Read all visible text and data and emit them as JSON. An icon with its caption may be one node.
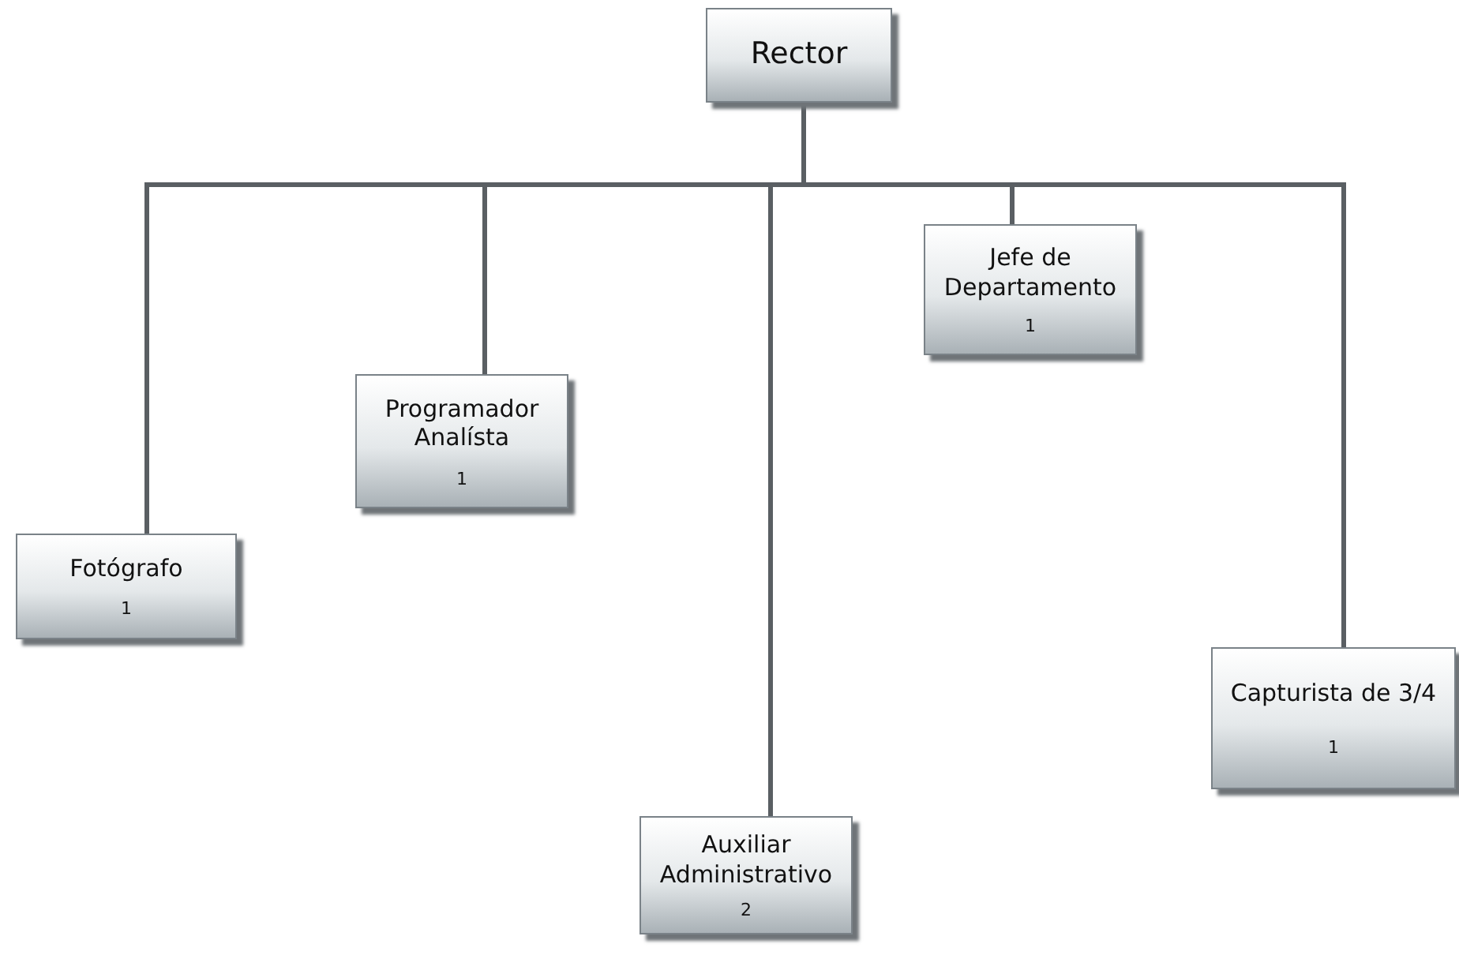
{
  "diagram": {
    "nodes": [
      {
        "text": [
          "Rector"
        ]
      },
      {
        "text": [
          "Fotógrafo",
          "1"
        ]
      },
      {
        "text": [
          "Programador Analísta",
          "1"
        ]
      },
      {
        "text": [
          "Auxiliar Administrativo",
          "2"
        ]
      },
      {
        "text": [
          "Jefe de Departamento",
          "1"
        ]
      },
      {
        "text": [
          "Capturista de 3/4",
          "1"
        ]
      }
    ],
    "edges": [
      {
        "from": 0,
        "to": 1,
        "arrow": "none"
      },
      {
        "from": 0,
        "to": 2,
        "arrow": "none"
      },
      {
        "from": 0,
        "to": 3,
        "arrow": "none"
      },
      {
        "from": 0,
        "to": 4,
        "arrow": "none"
      },
      {
        "from": 0,
        "to": 5,
        "arrow": "none"
      }
    ]
  }
}
